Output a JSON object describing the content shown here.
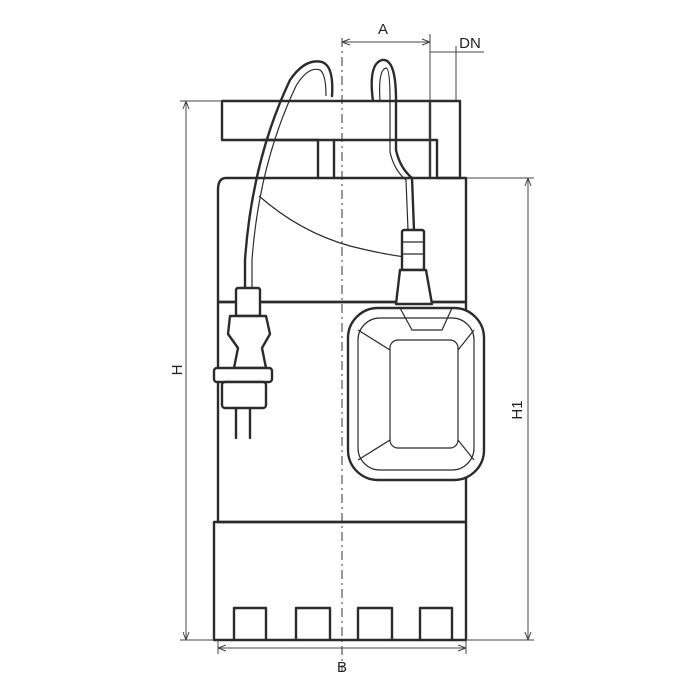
{
  "labels": {
    "a": "A",
    "dn": "DN",
    "h": "H",
    "h1": "H1",
    "b": "B"
  },
  "colors": {
    "line": "#2b2b2b",
    "background": "#ffffff"
  }
}
